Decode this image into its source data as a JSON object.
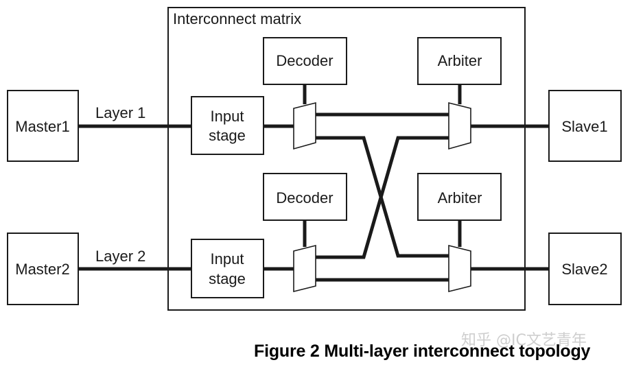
{
  "diagram": {
    "matrix_label": "Interconnect matrix",
    "masters": [
      "Master1",
      "Master2"
    ],
    "slaves": [
      "Slave1",
      "Slave2"
    ],
    "layers": [
      "Layer 1",
      "Layer 2"
    ],
    "input_stage": [
      "Input",
      "stage"
    ],
    "decoder_label": "Decoder",
    "arbiter_label": "Arbiter"
  },
  "caption": "Figure 2 Multi-layer interconnect topology",
  "watermark": "知乎 @IC文艺青年",
  "colors": {
    "line": "#1a1a1a",
    "background": "#ffffff",
    "watermark": "#c9c9c9"
  }
}
